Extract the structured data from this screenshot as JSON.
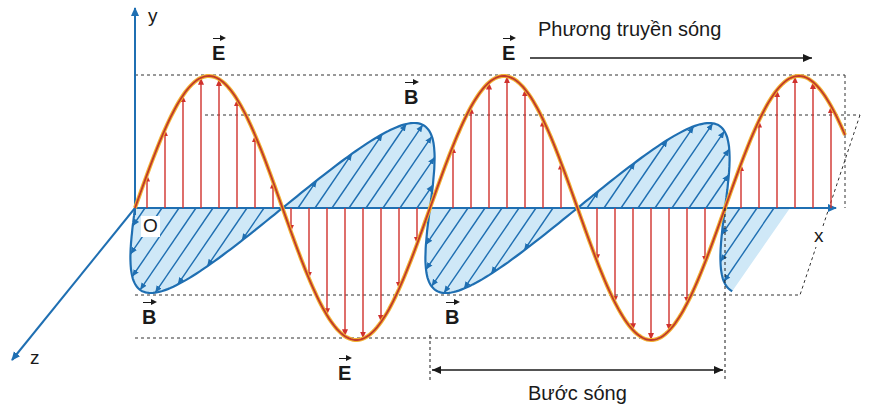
{
  "diagram": {
    "labels": [
      "y",
      "Phương truyền sóng",
      "E",
      "B",
      "E",
      "O",
      "x",
      "B",
      "B",
      "E",
      "z",
      "Bước sóng"
    ]
  }
}
